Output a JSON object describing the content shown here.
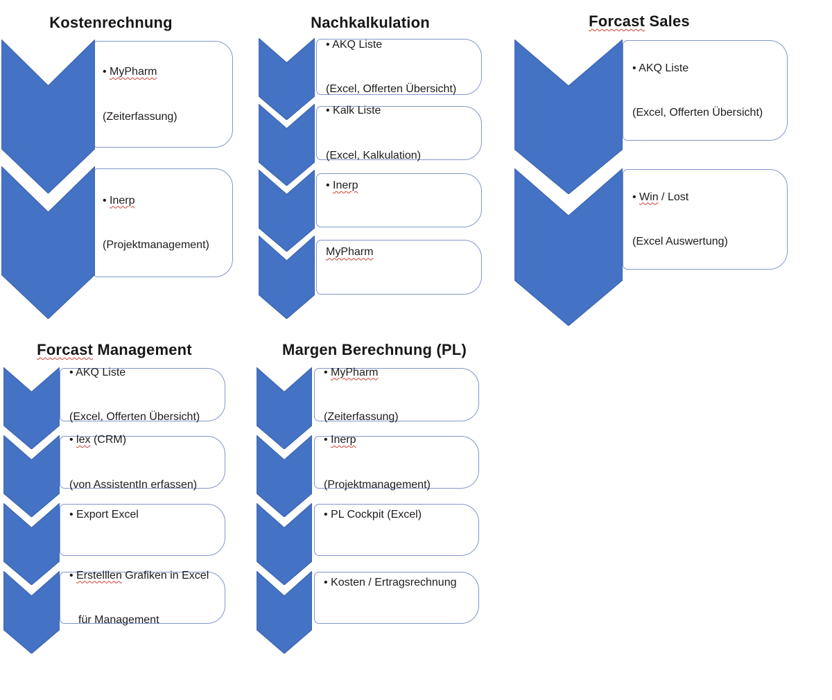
{
  "diagram": {
    "colors": {
      "chevron_fill": "#4472C4",
      "chevron_edge": "#3a5fa8",
      "box_border": "#8096c8",
      "squiggle": "#d23b2e",
      "text": "#1c1c1c"
    },
    "columns": [
      {
        "title": {
          "mark": "",
          "post": "Kostenrechnung"
        },
        "items": [
          {
            "bullet": "• ",
            "mark": "MyPharm",
            "rest": "",
            "line2": "(Zeiterfassung)"
          },
          {
            "bullet": "• ",
            "mark": "Inerp",
            "rest": "",
            "line2": "(Projektmanagement)"
          }
        ]
      },
      {
        "title": {
          "mark": "",
          "post": "Nachkalkulation"
        },
        "items": [
          {
            "bullet": "• ",
            "mark": "",
            "rest": "AKQ Liste",
            "line2": "(Excel, Offerten Übersicht)"
          },
          {
            "bullet": "• ",
            "mark": "",
            "rest": "Kalk Liste",
            "line2": "(Excel, Kalkulation)"
          },
          {
            "bullet": "• ",
            "mark": "Inerp",
            "rest": "",
            "line2": ""
          },
          {
            "bullet": "",
            "mark": "MyPharm",
            "rest": "",
            "line2": ""
          }
        ]
      },
      {
        "title": {
          "mark": "Forcast",
          "post": " Sales"
        },
        "items": [
          {
            "bullet": "• ",
            "mark": "",
            "rest": "AKQ Liste",
            "line2": "(Excel, Offerten Übersicht)"
          },
          {
            "bullet": "• ",
            "mark": "Win",
            "rest": " / Lost",
            "line2": "(Excel Auswertung)"
          }
        ]
      },
      {
        "title": {
          "mark": "Forcast",
          "post": " Management"
        },
        "items": [
          {
            "bullet": "• ",
            "mark": "",
            "rest": "AKQ Liste",
            "line2": "(Excel, Offerten Übersicht)"
          },
          {
            "bullet": "• ",
            "mark": "lex",
            "rest": " (CRM)",
            "line2": "(von AssistentIn erfassen)"
          },
          {
            "bullet": "• ",
            "mark": "",
            "rest": "Export Excel",
            "line2": ""
          },
          {
            "bullet": "• ",
            "mark": "Erstelllen",
            "rest": " Grafiken in Excel",
            "line2": "für Management"
          }
        ]
      },
      {
        "title": {
          "mark": "",
          "post": "Margen Berechnung (PL)"
        },
        "items": [
          {
            "bullet": "• ",
            "mark": "MyPharm",
            "rest": "",
            "line2": "(Zeiterfassung)"
          },
          {
            "bullet": "• ",
            "mark": "Inerp",
            "rest": "",
            "line2": "(Projektmanagement)"
          },
          {
            "bullet": "• ",
            "mark": "",
            "rest": "PL Cockpit (Excel)",
            "line2": ""
          },
          {
            "bullet": "• ",
            "mark": "",
            "rest": "Kosten / Ertragsrechnung",
            "line2": ""
          }
        ]
      }
    ]
  }
}
